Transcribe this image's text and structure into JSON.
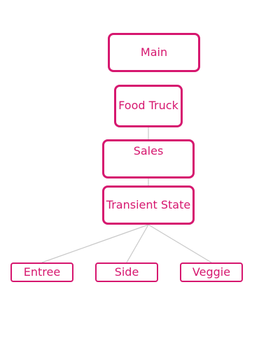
{
  "diagram": {
    "nodes": {
      "main": "Main",
      "food_truck": "Food Truck",
      "sales": "Sales",
      "transient_state": "Transient State",
      "entree": "Entree",
      "side": "Side",
      "veggie": "Veggie"
    },
    "edges": [
      [
        "food_truck",
        "sales"
      ],
      [
        "sales",
        "transient_state"
      ],
      [
        "transient_state",
        "entree"
      ],
      [
        "transient_state",
        "side"
      ],
      [
        "transient_state",
        "veggie"
      ]
    ],
    "colors": {
      "node_border": "#d6176f",
      "node_text": "#d6176f",
      "connector": "#c8c8c8",
      "background": "#ffffff"
    }
  }
}
